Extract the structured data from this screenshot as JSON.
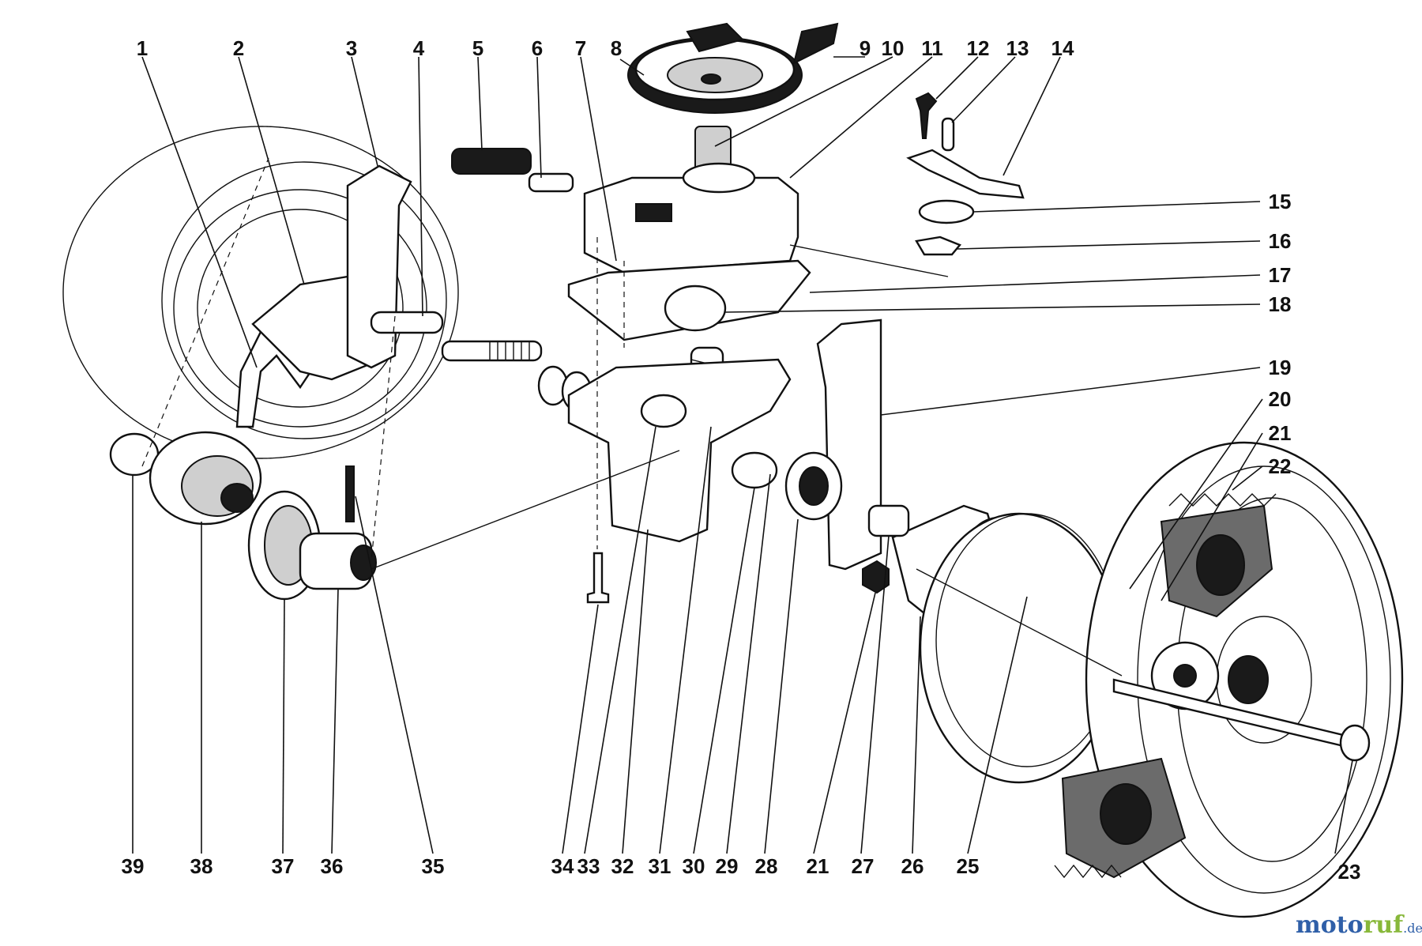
{
  "callouts_top": [
    "1",
    "2",
    "3",
    "4",
    "5",
    "6",
    "7",
    "8",
    "9",
    "10",
    "11",
    "12",
    "13",
    "14"
  ],
  "callouts_right": [
    "15",
    "16",
    "17",
    "18",
    "19",
    "20",
    "21",
    "22"
  ],
  "callouts_bottom": [
    "39",
    "38",
    "37",
    "36",
    "35",
    "34",
    "33",
    "32",
    "31",
    "30",
    "29",
    "28",
    "21",
    "27",
    "26",
    "25",
    "23"
  ],
  "watermark": {
    "part1": "moto",
    "part2": "ruf",
    "suffix": ".de"
  }
}
